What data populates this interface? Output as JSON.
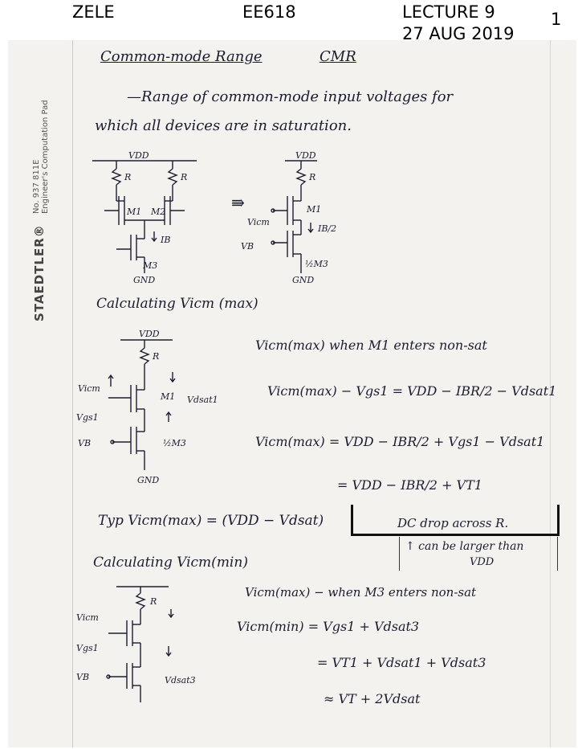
{
  "header": {
    "author": "ZELE",
    "course": "EE618",
    "lecture": "LECTURE 9",
    "date": "27 AUG 2019",
    "page_number": "1"
  },
  "pad_branding": {
    "brand": "STAEDTLER®",
    "catalog": "No. 937 811E",
    "product": "Engineer's Computation Pad"
  },
  "notes": {
    "title": "Common-mode Range",
    "title_abbr": "CMR",
    "definition_1": "—Range of common-mode input voltages for",
    "definition_2": "which all devices are in saturation.",
    "section_max": "Calculating Vicm (max)",
    "max_condition": "Vicm(max) when M1 enters non-sat",
    "max_eq1": "Vicm(max) − Vgs1 = VDD − IBR/2 − Vdsat1",
    "max_eq2": "Vicm(max) = VDD − IBR/2 + Vgs1 − Vdsat1",
    "max_eq3": "= VDD − IBR/2 + VT1",
    "typ_result": "Typ Vicm(max) = (VDD − Vdsat)",
    "dc_drop": "DC drop across R.",
    "note_1": "↑ can be larger than",
    "note_2": "VDD",
    "section_min": "Calculating Vicm(min)",
    "min_condition": "Vicm(max) − when M3 enters non-sat",
    "min_eq1": "Vicm(min) = Vgs1 + Vdsat3",
    "min_eq2": "= VT1 + Vdsat1 + Vdsat3",
    "min_eq3": "≈ VT + 2Vdsat"
  },
  "circuit_labels": {
    "vdd": "VDD",
    "resistor": "R",
    "m1": "M1",
    "m2": "M2",
    "m3": "M3",
    "half_m3": "½M3",
    "gnd": "GND",
    "ib": "IB",
    "ib_half": "IB/2",
    "vicm": "Vicm",
    "vb": "VB",
    "vgs1": "Vgs1",
    "vdsat1": "Vdsat1",
    "vdsat3": "Vdsat3",
    "arrow": "⇛"
  }
}
